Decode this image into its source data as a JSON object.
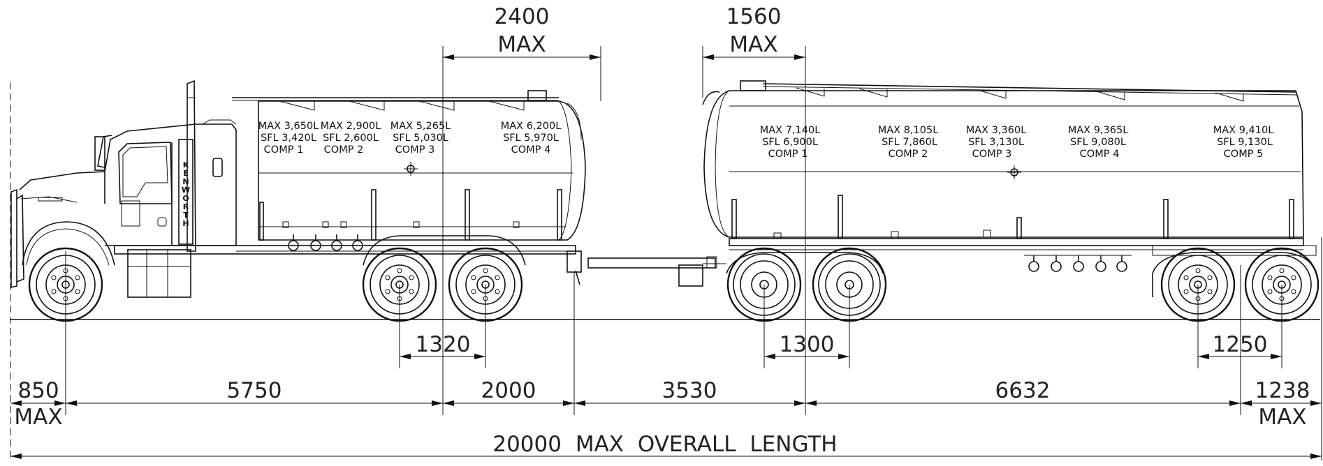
{
  "drawing": {
    "truck_brand": "KENWORTH",
    "top_dimensions": [
      {
        "value": "2400",
        "note": "MAX"
      },
      {
        "value": "1560",
        "note": "MAX"
      }
    ],
    "axle_spreads": [
      "1320",
      "1300",
      "1250"
    ],
    "bottom_dimensions": [
      {
        "value": "850",
        "note": "MAX"
      },
      {
        "value": "5750",
        "note": ""
      },
      {
        "value": "2000",
        "note": ""
      },
      {
        "value": "3530",
        "note": ""
      },
      {
        "value": "6632",
        "note": ""
      },
      {
        "value": "1238",
        "note": "MAX"
      }
    ],
    "overall": "20000 MAX OVERALL LENGTH",
    "rigid_compartments": [
      {
        "max": "MAX 3,650L",
        "sfl": "SFL 3,420L",
        "comp": "COMP 1"
      },
      {
        "max": "MAX 2,900L",
        "sfl": "SFL  2,600L",
        "comp": "COMP 2"
      },
      {
        "max": "MAX 5,265L",
        "sfl": "SFL  5,030L",
        "comp": "COMP 3"
      },
      {
        "max": "MAX 6,200L",
        "sfl": "SFL  5,970L",
        "comp": "COMP 4"
      }
    ],
    "trailer_compartments": [
      {
        "max": "MAX 7,140L",
        "sfl": "SFL  6,900L",
        "comp": "COMP 1"
      },
      {
        "max": "MAX 8,105L",
        "sfl": "SFL  7,860L",
        "comp": "COMP 2"
      },
      {
        "max": "MAX 3,360L",
        "sfl": "SFL  3,130L",
        "comp": "COMP 3"
      },
      {
        "max": "MAX 9,365L",
        "sfl": "SFL  9,080L",
        "comp": "COMP 4"
      },
      {
        "max": "MAX 9,410L",
        "sfl": "SFL  9,130L",
        "comp": "COMP 5"
      }
    ]
  }
}
